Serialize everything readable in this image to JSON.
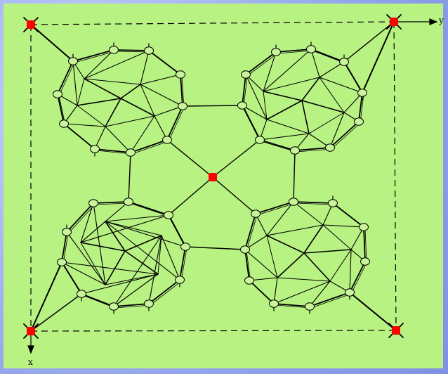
{
  "axes": {
    "y_label": "y",
    "x_label": "x"
  },
  "colors": {
    "background": "#9fb2ef",
    "panel": "#b8f283",
    "node_fill": "#c9f59a",
    "metal_atom": "#ff0000",
    "line": "#000000"
  },
  "structure": {
    "cluster_count": 4,
    "corner_metal_atoms": 4,
    "center_metal_atoms": 1
  }
}
